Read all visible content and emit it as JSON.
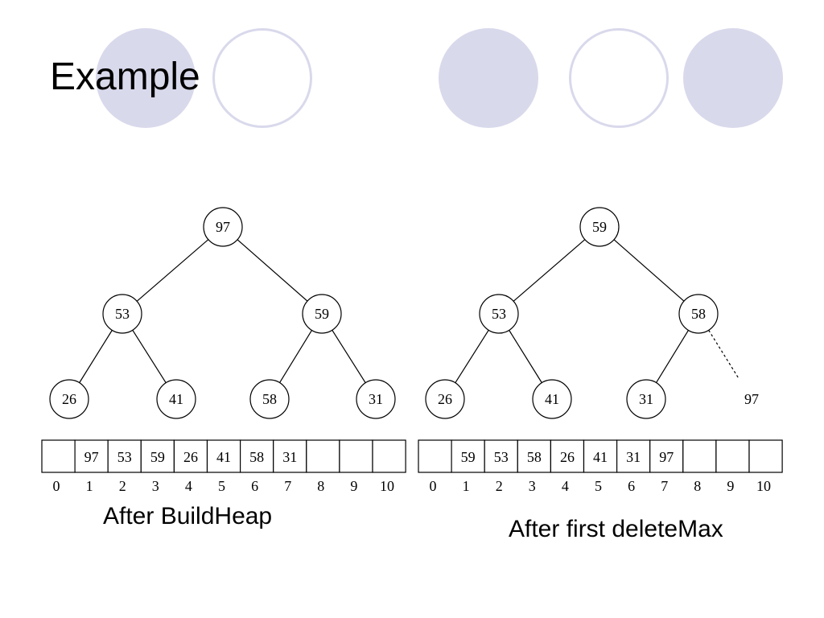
{
  "slide": {
    "title": "Example",
    "decoration_color": "#d9d9ec"
  },
  "heaps": [
    {
      "id": "left",
      "caption": "After BuildHeap",
      "tree": {
        "nodes": [
          {
            "id": "n1",
            "value": "97"
          },
          {
            "id": "n2",
            "value": "53"
          },
          {
            "id": "n3",
            "value": "59"
          },
          {
            "id": "n4",
            "value": "26"
          },
          {
            "id": "n5",
            "value": "41"
          },
          {
            "id": "n6",
            "value": "58"
          },
          {
            "id": "n7",
            "value": "31"
          }
        ],
        "edges": [
          {
            "from": "n1",
            "to": "n2",
            "style": "solid"
          },
          {
            "from": "n1",
            "to": "n3",
            "style": "solid"
          },
          {
            "from": "n2",
            "to": "n4",
            "style": "solid"
          },
          {
            "from": "n2",
            "to": "n5",
            "style": "solid"
          },
          {
            "from": "n3",
            "to": "n6",
            "style": "solid"
          },
          {
            "from": "n3",
            "to": "n7",
            "style": "solid"
          }
        ],
        "free_labels": []
      },
      "array": {
        "cells": [
          "",
          "97",
          "53",
          "59",
          "26",
          "41",
          "58",
          "31",
          "",
          "",
          ""
        ],
        "indices": [
          "0",
          "1",
          "2",
          "3",
          "4",
          "5",
          "6",
          "7",
          "8",
          "9",
          "10"
        ]
      }
    },
    {
      "id": "right",
      "caption": "After first deleteMax",
      "tree": {
        "nodes": [
          {
            "id": "n1",
            "value": "59"
          },
          {
            "id": "n2",
            "value": "53"
          },
          {
            "id": "n3",
            "value": "58"
          },
          {
            "id": "n4",
            "value": "26"
          },
          {
            "id": "n5",
            "value": "41"
          },
          {
            "id": "n6",
            "value": "31"
          }
        ],
        "edges": [
          {
            "from": "n1",
            "to": "n2",
            "style": "solid"
          },
          {
            "from": "n1",
            "to": "n3",
            "style": "solid"
          },
          {
            "from": "n2",
            "to": "n4",
            "style": "solid"
          },
          {
            "from": "n2",
            "to": "n5",
            "style": "solid"
          },
          {
            "from": "n3",
            "to": "n6",
            "style": "solid"
          },
          {
            "from": "n3",
            "to": "removed",
            "style": "dashed"
          }
        ],
        "free_labels": [
          {
            "id": "removed",
            "value": "97"
          }
        ]
      },
      "array": {
        "cells": [
          "",
          "59",
          "53",
          "58",
          "26",
          "41",
          "31",
          "97",
          "",
          "",
          ""
        ],
        "indices": [
          "0",
          "1",
          "2",
          "3",
          "4",
          "5",
          "6",
          "7",
          "8",
          "9",
          "10"
        ]
      }
    }
  ]
}
